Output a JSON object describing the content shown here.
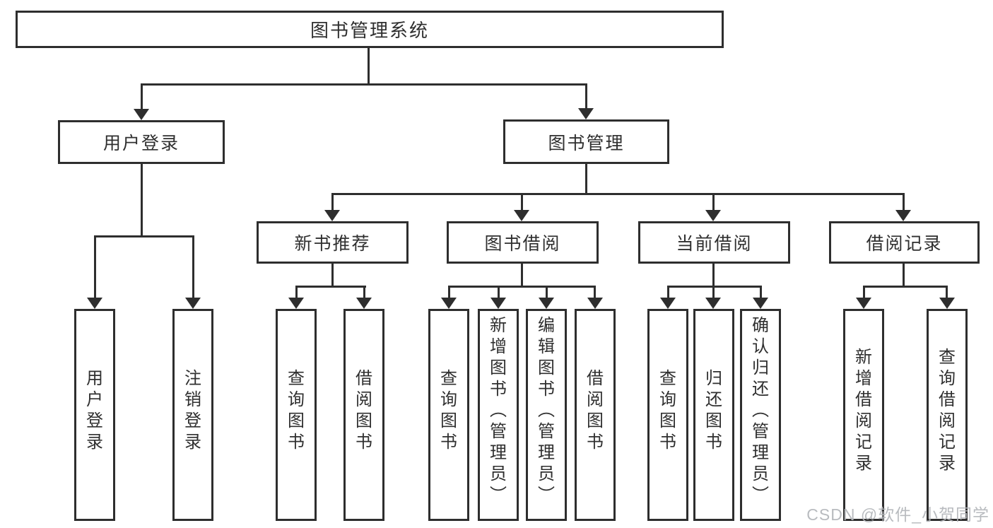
{
  "diagram": {
    "title": "图书管理系统",
    "nodes": {
      "root": "图书管理系统",
      "user_login": "用户登录",
      "book_mgmt": "图书管理",
      "new_books": "新书推荐",
      "book_borrow": "图书借阅",
      "current_borrow": "当前借阅",
      "borrow_records": "借阅记录",
      "leaves": {
        "user_login": [
          "用户登录",
          "注销登录"
        ],
        "new_books": [
          "查询图书",
          "借阅图书"
        ],
        "book_borrow": [
          "查询图书",
          "新增图书（管理员）",
          "编辑图书（管理员）",
          "借阅图书"
        ],
        "current_borrow": [
          "查询图书",
          "归还图书",
          "确认归还（管理员）"
        ],
        "borrow_records": [
          "新增借阅记录",
          "查询借阅记录"
        ]
      }
    },
    "colors": {
      "line": "#2e2e2e",
      "box_border": "#2e2e2e",
      "box_background": "#ffffff",
      "text": "#2f2f2f",
      "watermark": "#b3b6ba",
      "background": "#ffffff"
    }
  },
  "watermark": {
    "text": "CSDN @软件_小贺同学"
  }
}
